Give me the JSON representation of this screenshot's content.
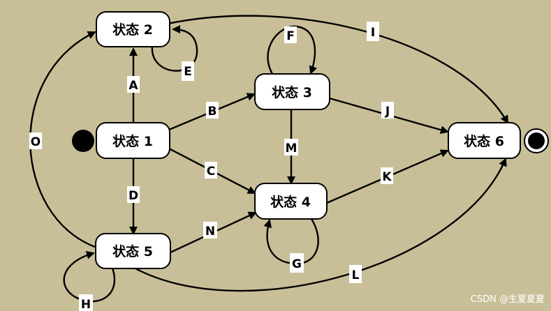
{
  "states": {
    "s1": "状态 1",
    "s2": "状态 2",
    "s3": "状态 3",
    "s4": "状态 4",
    "s5": "状态 5",
    "s6": "状态 6"
  },
  "transitions": {
    "A": "A",
    "B": "B",
    "C": "C",
    "D": "D",
    "E": "E",
    "F": "F",
    "G": "G",
    "H": "H",
    "I": "I",
    "J": "J",
    "K": "K",
    "L": "L",
    "M": "M",
    "N": "N",
    "O": "O"
  },
  "watermark": "CSDN @生夏夏夏",
  "colors": {
    "background": "#c8bf98",
    "state_fill": "#ffffff",
    "line": "#000000"
  }
}
